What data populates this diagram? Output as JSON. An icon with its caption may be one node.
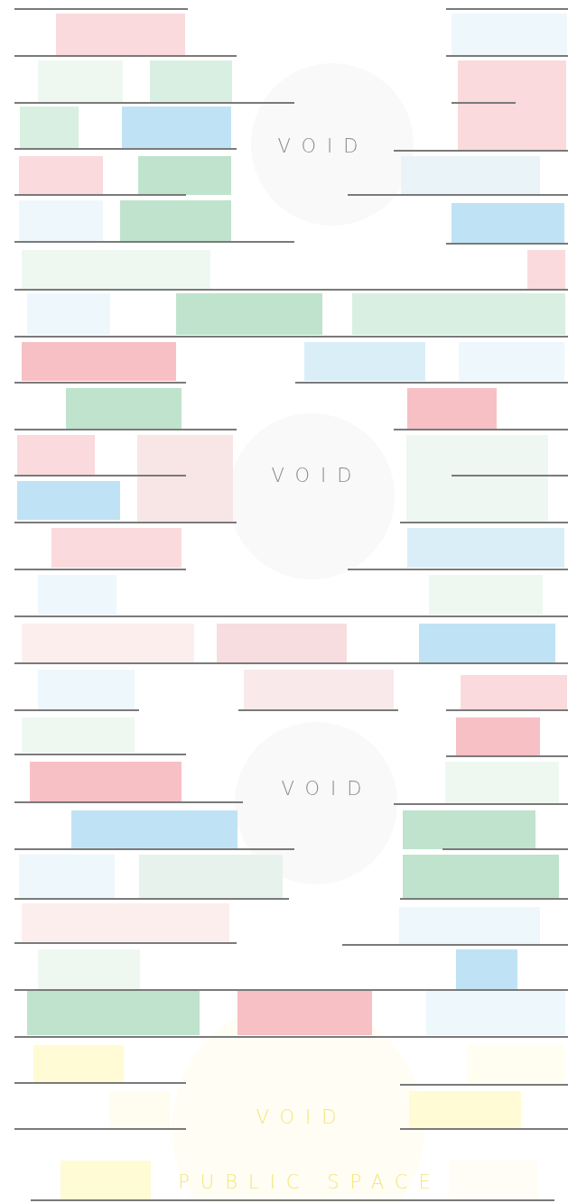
{
  "diagram": {
    "labels": [
      "VOID",
      "VOID",
      "VOID",
      "VOID",
      "PUBLIC SPACE"
    ]
  }
}
